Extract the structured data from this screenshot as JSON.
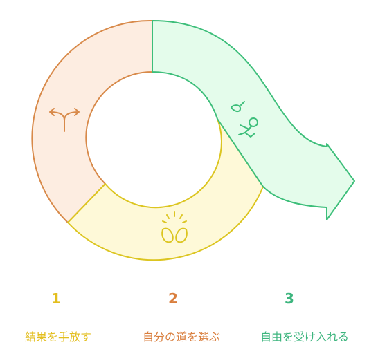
{
  "steps": [
    {
      "number": "1",
      "caption": "結果を手放す",
      "color": "#E3BE1E",
      "icon": "fork-arrows-icon"
    },
    {
      "number": "2",
      "caption": "自分の道を選ぶ",
      "color": "#D97E3D",
      "icon": "open-hands-icon"
    },
    {
      "number": "3",
      "caption": "自由を受け入れる",
      "color": "#3DB57E",
      "icon": "person-leaping-icon"
    }
  ],
  "colors": {
    "orange_stroke": "#D88A4A",
    "orange_fill": "#FDEDE1",
    "yellow_stroke": "#DCC520",
    "yellow_fill": "#FEF9D8",
    "green_stroke": "#3DBE7A",
    "green_fill": "#E4FCEB"
  }
}
